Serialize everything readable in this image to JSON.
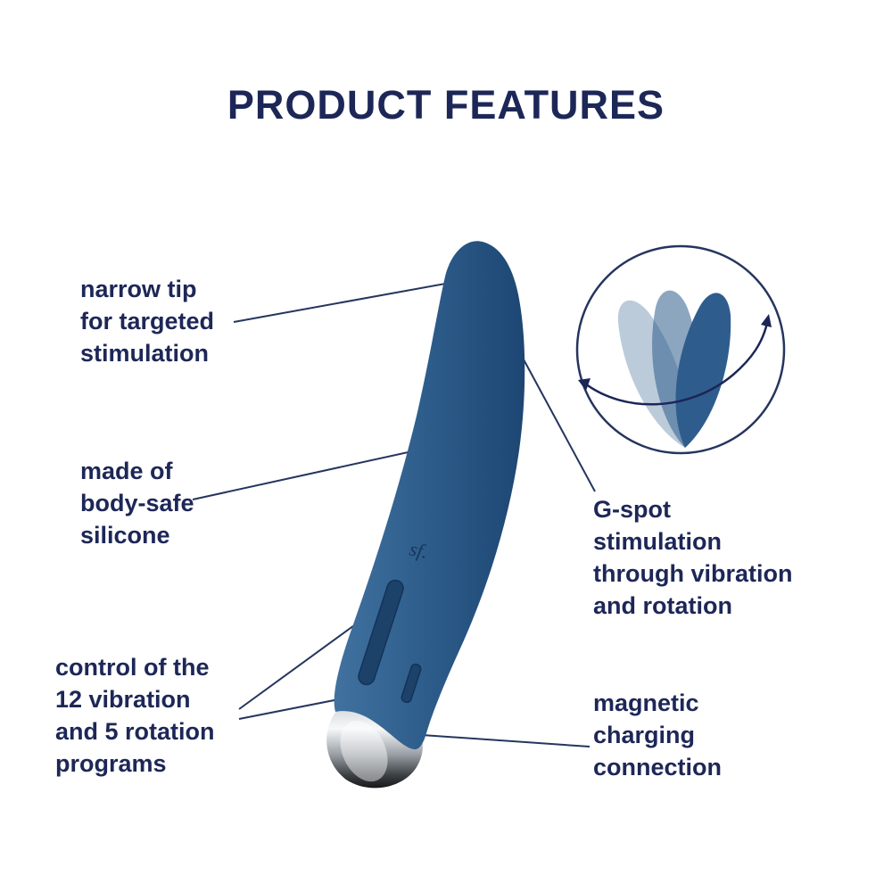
{
  "title": "PRODUCT FEATURES",
  "labels": {
    "narrow_tip": {
      "lines": [
        "narrow tip",
        "for targeted",
        "stimulation"
      ]
    },
    "body_safe": {
      "lines": [
        "made of",
        "body-safe",
        "silicone"
      ]
    },
    "programs": {
      "lines": [
        "control of the",
        "12 vibration",
        "and 5 rotation",
        "programs"
      ]
    },
    "gspot": {
      "lines": [
        "G-spot",
        "stimulation",
        "through vibration",
        "and rotation"
      ]
    },
    "magnetic": {
      "lines": [
        "magnetic",
        "charging",
        "connection"
      ]
    }
  },
  "product": {
    "logo_text": "sf."
  },
  "colors": {
    "text_navy": "#1d2757",
    "product_blue": "#2e5d8d",
    "connector_line": "#25355e",
    "chrome_light": "#f7f8f9",
    "chrome_dark": "#17181a"
  }
}
